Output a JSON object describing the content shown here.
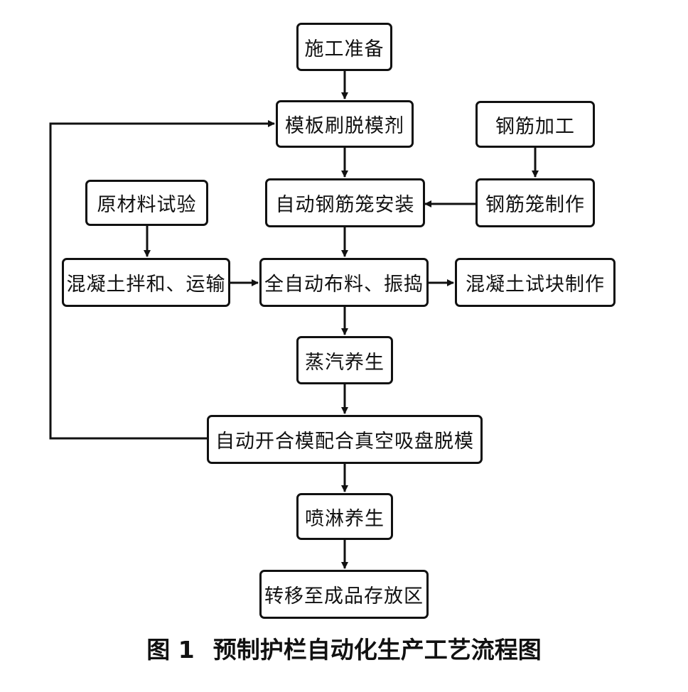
{
  "nodes": {
    "prep": "施工准备",
    "release_agent": "模板刷脱模剂",
    "rebar_processing": "钢筋加工",
    "raw_material_test": "原材料试验",
    "cage_install": "自动钢筋笼安装",
    "cage_fabrication": "钢筋笼制作",
    "concrete_mixing": "混凝土拌和、运输",
    "auto_pouring": "全自动布料、振捣",
    "test_block": "混凝土试块制作",
    "steam_curing": "蒸汽养生",
    "demolding": "自动开合模配合真空吸盘脱模",
    "spray_curing": "喷淋养生",
    "storage": "转移至成品存放区"
  },
  "caption": {
    "number": "图 1",
    "title": "预制护栏自动化生产工艺流程图"
  }
}
